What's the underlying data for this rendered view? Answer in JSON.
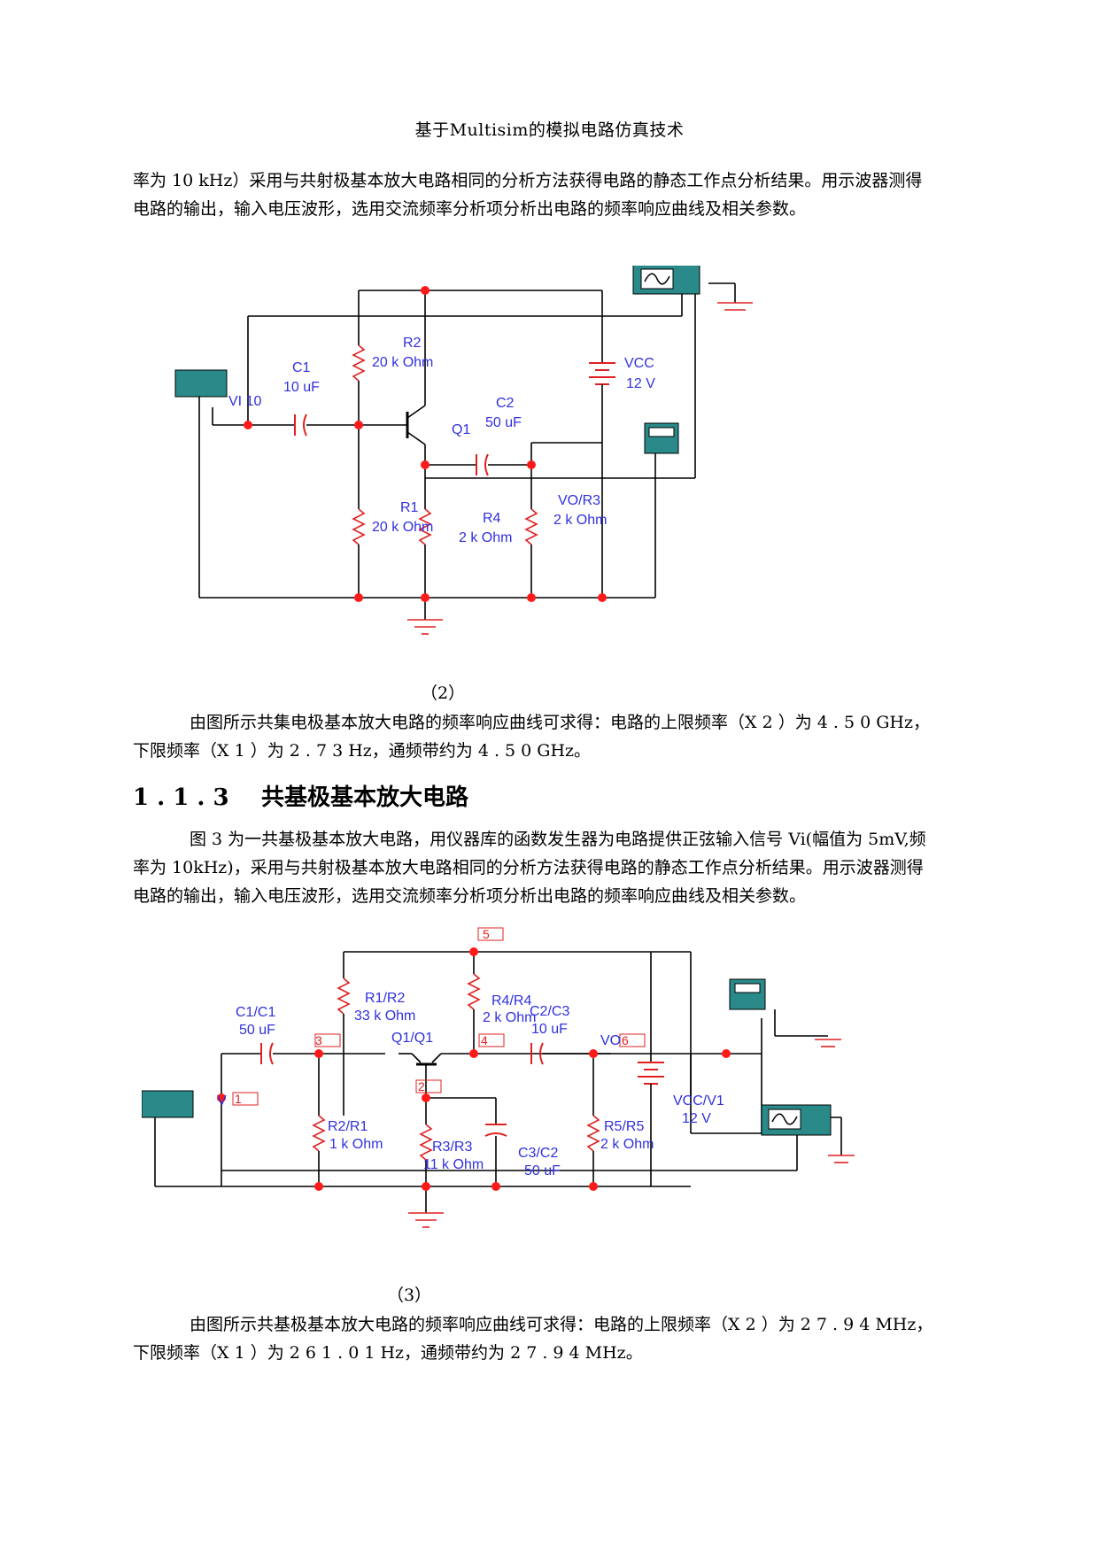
{
  "header": {
    "title": "基于Multisim的模拟电路仿真技术"
  },
  "intro": {
    "lines": [
      "率为 10 kHz）采用与共射极基本放大电路相同的分析方法获得电路的静态工作点分析结果。用示波器测得",
      "电路的输出，输入电压波形，选用交流频率分析项分析出电路的频率响应曲线及相关参数。"
    ]
  },
  "figure2": {
    "caption": "（2）",
    "labels": {
      "c1_name": "C1",
      "c1_value": "10 uF",
      "r2_name": "R2",
      "r2_value": "20 k Ohm",
      "vcc_name": "VCC",
      "vcc_value": "12 V",
      "vi": "VI 10",
      "q1": "Q1",
      "c2_name": "C2",
      "c2_value": "50 uF",
      "r1_name": "R1",
      "r1_value": "20 k Ohm",
      "r4_name": "R4",
      "r4_value": "2 k Ohm",
      "r3_name": "VO/R3",
      "r3_value": "2 k Ohm"
    }
  },
  "result2": {
    "lines": [
      "由图所示共集电极基本放大电路的频率响应曲线可求得：电路的上限频率（X 2 ）为 4 . 5  0 GHz，",
      "下限频率（X 1 ）为 2 . 7  3 Hz，通频带约为 4 . 5  0 GHz。"
    ]
  },
  "section": {
    "number": "1 . 1 . 3",
    "title": "共基极基本放大电路"
  },
  "intro3": {
    "lines": [
      "图 3 为一共基极基本放大电路，用仪器库的函数发生器为电路提供正弦输入信号 Vi(幅值为 5mV,频",
      "率为 10kHz)，采用与共射极基本放大电路相同的分析方法获得电路的静态工作点分析结果。用示波器测得",
      "电路的输出，输入电压波形，选用交流频率分析项分析出电路的频率响应曲线及相关参数。"
    ]
  },
  "figure3": {
    "caption": "（3）",
    "labels": {
      "node5": "5",
      "node3": "3",
      "node4": "4",
      "node6": "6",
      "node2": "2",
      "node1": "1",
      "r1_name": "R1/R2",
      "r1_value": "33 k Ohm",
      "r4_name": "R4/R4",
      "r4_value": "2 k Ohm",
      "c2_name": "C2/C3",
      "c2_value": "10 uF",
      "c1_name": "C1/C1",
      "c1_value": "50 uF",
      "q1": "Q1/Q1",
      "vo": "VO",
      "v": "V",
      "vcc_name": "VCC/V1",
      "vcc_value": "12 V",
      "r2_name": "R2/R1",
      "r2_value": "1 k Ohm",
      "r3_name": "R3/R3",
      "r3_value": "11 k Ohm",
      "c3_name": "C3/C2",
      "c3_value": "50 uF",
      "r5_name": "R5/R5",
      "r5_value": "2 k Ohm"
    }
  },
  "result3": {
    "lines": [
      "由图所示共基极基本放大电路的频率响应曲线可求得：电路的上限频率（X 2 ）为 2  7 . 9  4 MHz，",
      "下限频率（X 1 ）为 2  6  1 . 0  1 Hz，通频带约为 2  7 . 9  4 MHz。"
    ]
  },
  "colors": {
    "wire": "#000000",
    "component": "#e02020",
    "label": "#3030e0",
    "node": "#ff1a1a",
    "instrument": "#2a8a8a"
  }
}
